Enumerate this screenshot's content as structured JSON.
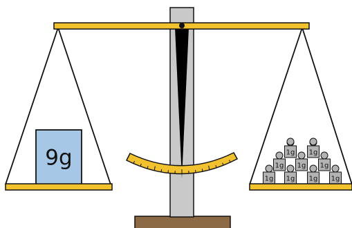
{
  "left_pan": {
    "block_label": "9g",
    "block_color": "#a7c7e7"
  },
  "right_pan": {
    "weights": [
      {
        "label": "1g"
      },
      {
        "label": "1g"
      },
      {
        "label": "1g"
      },
      {
        "label": "1g"
      },
      {
        "label": "1g"
      },
      {
        "label": "1g"
      },
      {
        "label": "1g"
      },
      {
        "label": "1g"
      },
      {
        "label": "1g"
      }
    ],
    "weight_color": "#b3b3b3"
  },
  "colors": {
    "beam": "#f2c12e",
    "pan": "#f2c12e",
    "scale_arc": "#f2c12e",
    "pillar": "#c9c9c9",
    "base": "#8b6a45",
    "pointer": "#000000",
    "outline": "#111111"
  }
}
